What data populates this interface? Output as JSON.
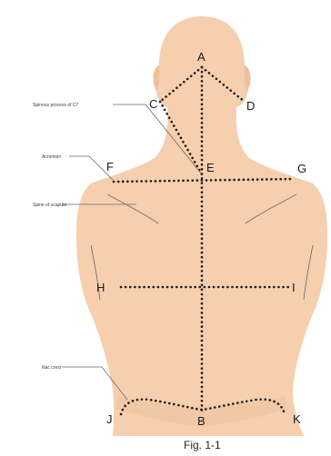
{
  "colors": {
    "skin": "#f6cfae",
    "skin_shadow": "#e9b995",
    "dotted_line": "#1e1e1e",
    "leader_line": "#6a6a6a",
    "text": "#1a1a1a"
  },
  "points": {
    "A": "A",
    "B": "B",
    "C": "C",
    "D": "D",
    "E": "E",
    "F": "F",
    "G": "G",
    "H": "H",
    "I": "I",
    "J": "J",
    "K": "K"
  },
  "annotations": {
    "spinous_process": "Spinous process of C7",
    "acromion": "Acromion",
    "spine_of_scapula": "Spine of scapula",
    "iliac_crest": "Iliac crest"
  },
  "caption": "Fig. 1-1"
}
